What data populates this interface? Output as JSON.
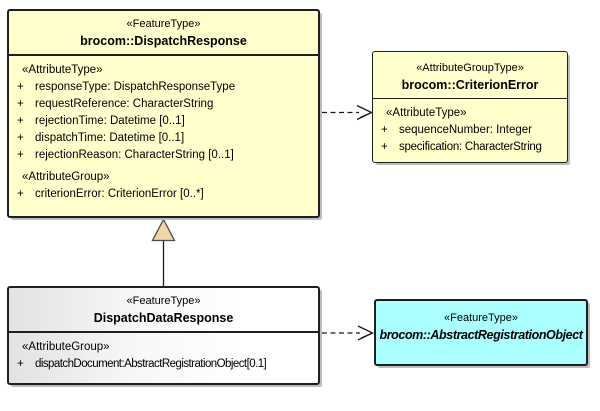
{
  "colors": {
    "canvas_bg": "#ffffff",
    "class_fill": "#ffffcc",
    "abstract_fill": "#aaffff",
    "triangle_fill": "#f0d6a2",
    "border_color": "#1f1f1f",
    "shadow_color": "#bdbdbd",
    "line_color": "#1a1a1a"
  },
  "boxes": {
    "dispatchResponse": {
      "stereotype": "«FeatureType»",
      "name": "brocom::DispatchResponse",
      "attrTypeHeading": "«AttributeType»",
      "attributes": [
        {
          "vis": "+",
          "text": "responseType: DispatchResponseType"
        },
        {
          "vis": "+",
          "text": "requestReference: CharacterString"
        },
        {
          "vis": "+",
          "text": "rejectionTime: Datetime [0..1]"
        },
        {
          "vis": "+",
          "text": "dispatchTime: Datetime [0..1]"
        },
        {
          "vis": "+",
          "text": "rejectionReason: CharacterString [0..1]"
        }
      ],
      "attrGroupHeading": "«AttributeGroup»",
      "groupAttributes": [
        {
          "vis": "+",
          "text": "criterionError: CriterionError [0..*]"
        }
      ]
    },
    "criterionError": {
      "stereotype": "«AttributeGroupType»",
      "name": "brocom::CriterionError",
      "attrTypeHeading": "«AttributeType»",
      "attributes": [
        {
          "vis": "+",
          "text": "sequenceNumber: Integer"
        },
        {
          "vis": "+",
          "text": "specification: CharacterString"
        }
      ]
    },
    "dispatchDataResponse": {
      "stereotype": "«FeatureType»",
      "name": "DispatchDataResponse",
      "attrGroupHeading": "«AttributeGroup»",
      "groupAttributes": [
        {
          "vis": "+",
          "text": "dispatchDocument:AbstractRegistrationObject[0.1]"
        }
      ]
    },
    "abstractRegistrationObject": {
      "stereotype": "«FeatureType»",
      "name": "brocom::AbstractRegistrationObject"
    }
  },
  "connectors": [
    {
      "type": "dependency",
      "from": "brocom::DispatchResponse",
      "to": "brocom::CriterionError"
    },
    {
      "type": "generalization",
      "from": "DispatchDataResponse",
      "to": "brocom::DispatchResponse"
    },
    {
      "type": "dependency",
      "from": "DispatchDataResponse",
      "to": "brocom::AbstractRegistrationObject"
    }
  ]
}
